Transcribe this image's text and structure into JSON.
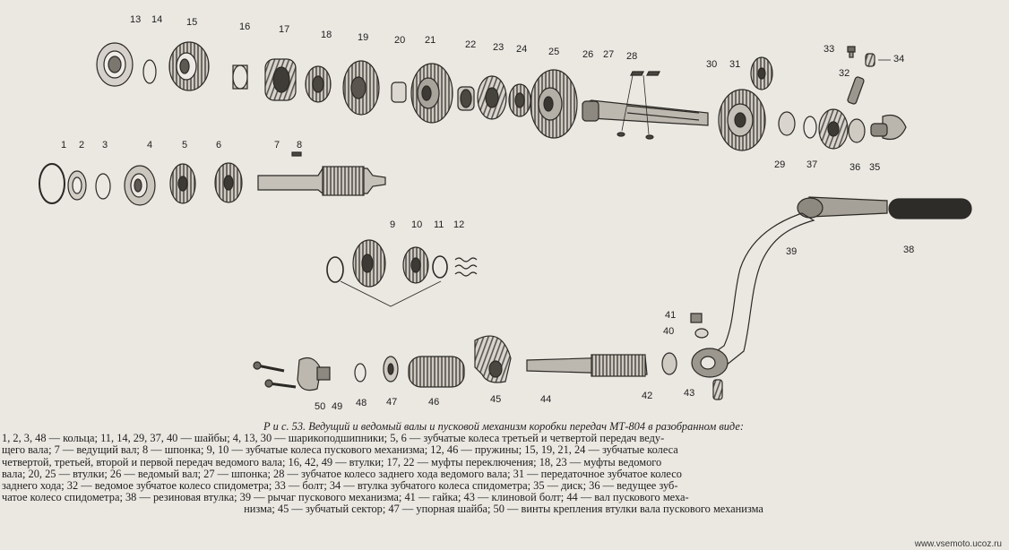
{
  "figure": {
    "caption_title": "Р и с. 53. Ведущий и ведомый валы и пусковой механизм коробки передач МТ-804 в разобранном виде:",
    "caption_lines": [
      "1, 2, 3, 48 — кольца; 11, 14, 29, 37, 40 — шайбы; 4, 13, 30 — шарикоподшипники; 5, 6 — зубчатые колеса третьей и четвертой передач веду-",
      "щего вала; 7 — ведущий вал; 8 — шпонка; 9, 10 — зубчатые колеса пускового механизма; 12, 46 — пружины; 15, 19, 21, 24 — зубчатые колеса",
      "четвертой, третьей, второй и первой передач ведомого вала; 16, 42, 49 — втулки; 17, 22 — муфты переключения; 18, 23 — муфты ведомого",
      "вала; 20, 25 — втулки; 26 — ведомый вал; 27 — шпонка; 28 — зубчатое колесо заднего хода ведомого вала; 31 — передаточное зубчатое колесо",
      "заднего хода; 32 — ведомое зубчатое колесо спидометра; 33 — болт; 34 — втулка зубчатого колеса спидометра; 35 — диск; 36 — ведущее зуб-",
      "чатое колесо спидометра; 38 — резиновая втулка; 39 — рычаг пускового механизма; 41 — гайка; 43 — клиновой болт; 44 — вал пускового меха-",
      "низма; 45 — зубчатый сектор; 47 — упорная шайба; 50 — винты крепления втулки вала пускового механизма"
    ],
    "watermark": "www.vsemoto.ucoz.ru",
    "part_labels": [
      "1",
      "2",
      "3",
      "4",
      "5",
      "6",
      "7",
      "8",
      "9",
      "10",
      "11",
      "12",
      "13",
      "14",
      "15",
      "16",
      "17",
      "18",
      "19",
      "20",
      "21",
      "22",
      "23",
      "24",
      "25",
      "26",
      "27",
      "28",
      "29",
      "30",
      "31",
      "32",
      "33",
      "34",
      "35",
      "36",
      "37",
      "38",
      "39",
      "40",
      "41",
      "42",
      "43",
      "44",
      "45",
      "46",
      "47",
      "48",
      "50",
      "49"
    ]
  }
}
